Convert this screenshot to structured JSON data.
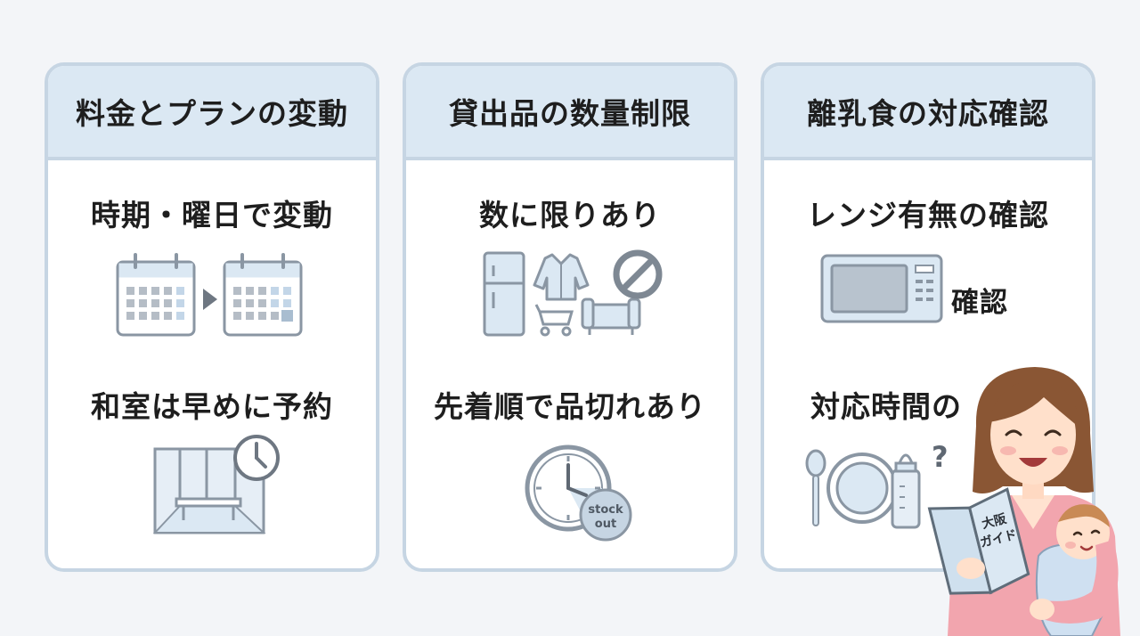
{
  "cards": [
    {
      "title": "料金とプランの変動",
      "items": [
        {
          "label": "時期・曜日で変動",
          "icon": "calendar-change-icon"
        },
        {
          "label": "和室は早めに予約",
          "icon": "tatami-room-clock-icon"
        }
      ]
    },
    {
      "title": "貸出品の数量制限",
      "items": [
        {
          "label": "数に限りあり",
          "icon": "rental-items-prohibited-icon"
        },
        {
          "label": "先着順で品切れあり",
          "icon": "clock-stock-out-icon",
          "badge": [
            "stock",
            "out"
          ]
        }
      ]
    },
    {
      "title": "離乳食の対応確認",
      "items": [
        {
          "label": "レンジ有無の確認",
          "icon": "microwave-icon",
          "side_text": "確認"
        },
        {
          "label": "対応時間の",
          "icon": "baby-tableware-question-icon",
          "mark": "?"
        }
      ]
    }
  ],
  "guide_book": [
    "大阪",
    "ガイド"
  ],
  "colors": {
    "card_border": "#c6d5e3",
    "header_bg": "#dbe8f3",
    "icon_fill": "#dbe8f3",
    "icon_stroke": "#8a96a3",
    "background": "#f3f5f8"
  }
}
